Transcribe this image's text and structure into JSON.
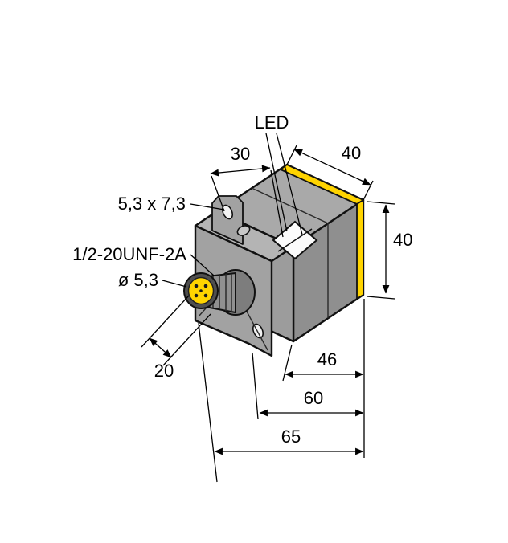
{
  "drawing": {
    "background": "#ffffff",
    "colors": {
      "sensing_yellow": "#ffd400",
      "body_top": "#a9a9a9",
      "body_side": "#8f8f8f",
      "body_front": "#9c9c9c",
      "bracket_top": "#b4b4b4",
      "bracket_plate": "#a2a2a2",
      "connector_boss": "#7d7d7d",
      "connector_shaft": "#909090",
      "connector_ring": "#4f4f4f",
      "led_window": "#fbfbfb",
      "outline": "#111111"
    },
    "annotations": {
      "led": "LED",
      "slot_size": "5,3 x 7,3",
      "thread_spec": "1/2-20UNF-2A",
      "diameter": "ø 5,3"
    },
    "dimensions": {
      "d30": "30",
      "d40_width": "40",
      "d40_height": "40",
      "d20": "20",
      "d46": "46",
      "d60": "60",
      "d65": "65"
    }
  }
}
